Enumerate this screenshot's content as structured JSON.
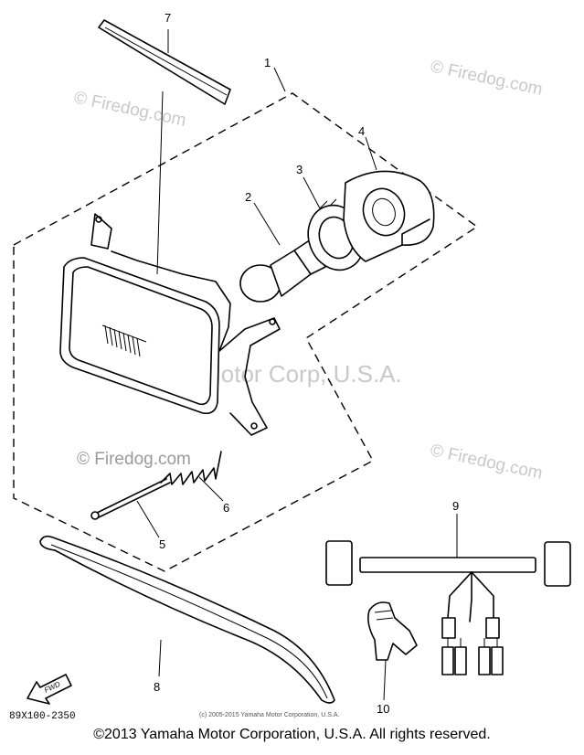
{
  "watermarks": {
    "firedog_tl": "© Firedog.com",
    "firedog_tr": "© Firedog.com",
    "firedog_mid": "© Firedog.com",
    "firedog_r": "© Firedog.com",
    "yamaha_mid": "Yamaha Motor Corp, U.S.A."
  },
  "callouts": [
    "7",
    "1",
    "4",
    "3",
    "2",
    "6",
    "5",
    "9",
    "8",
    "10"
  ],
  "drawing_code": "89X100-2350",
  "small_copyright": "(c) 2005-2015 Yamaha Motor Corporation, U.S.A.",
  "fwd_label": "FWD",
  "footer_copyright": "©2013 Yamaha Motor Corporation, U.S.A. All rights reserved.",
  "colors": {
    "line": "#000000",
    "watermark": "#c9c9c9",
    "background": "#ffffff"
  }
}
